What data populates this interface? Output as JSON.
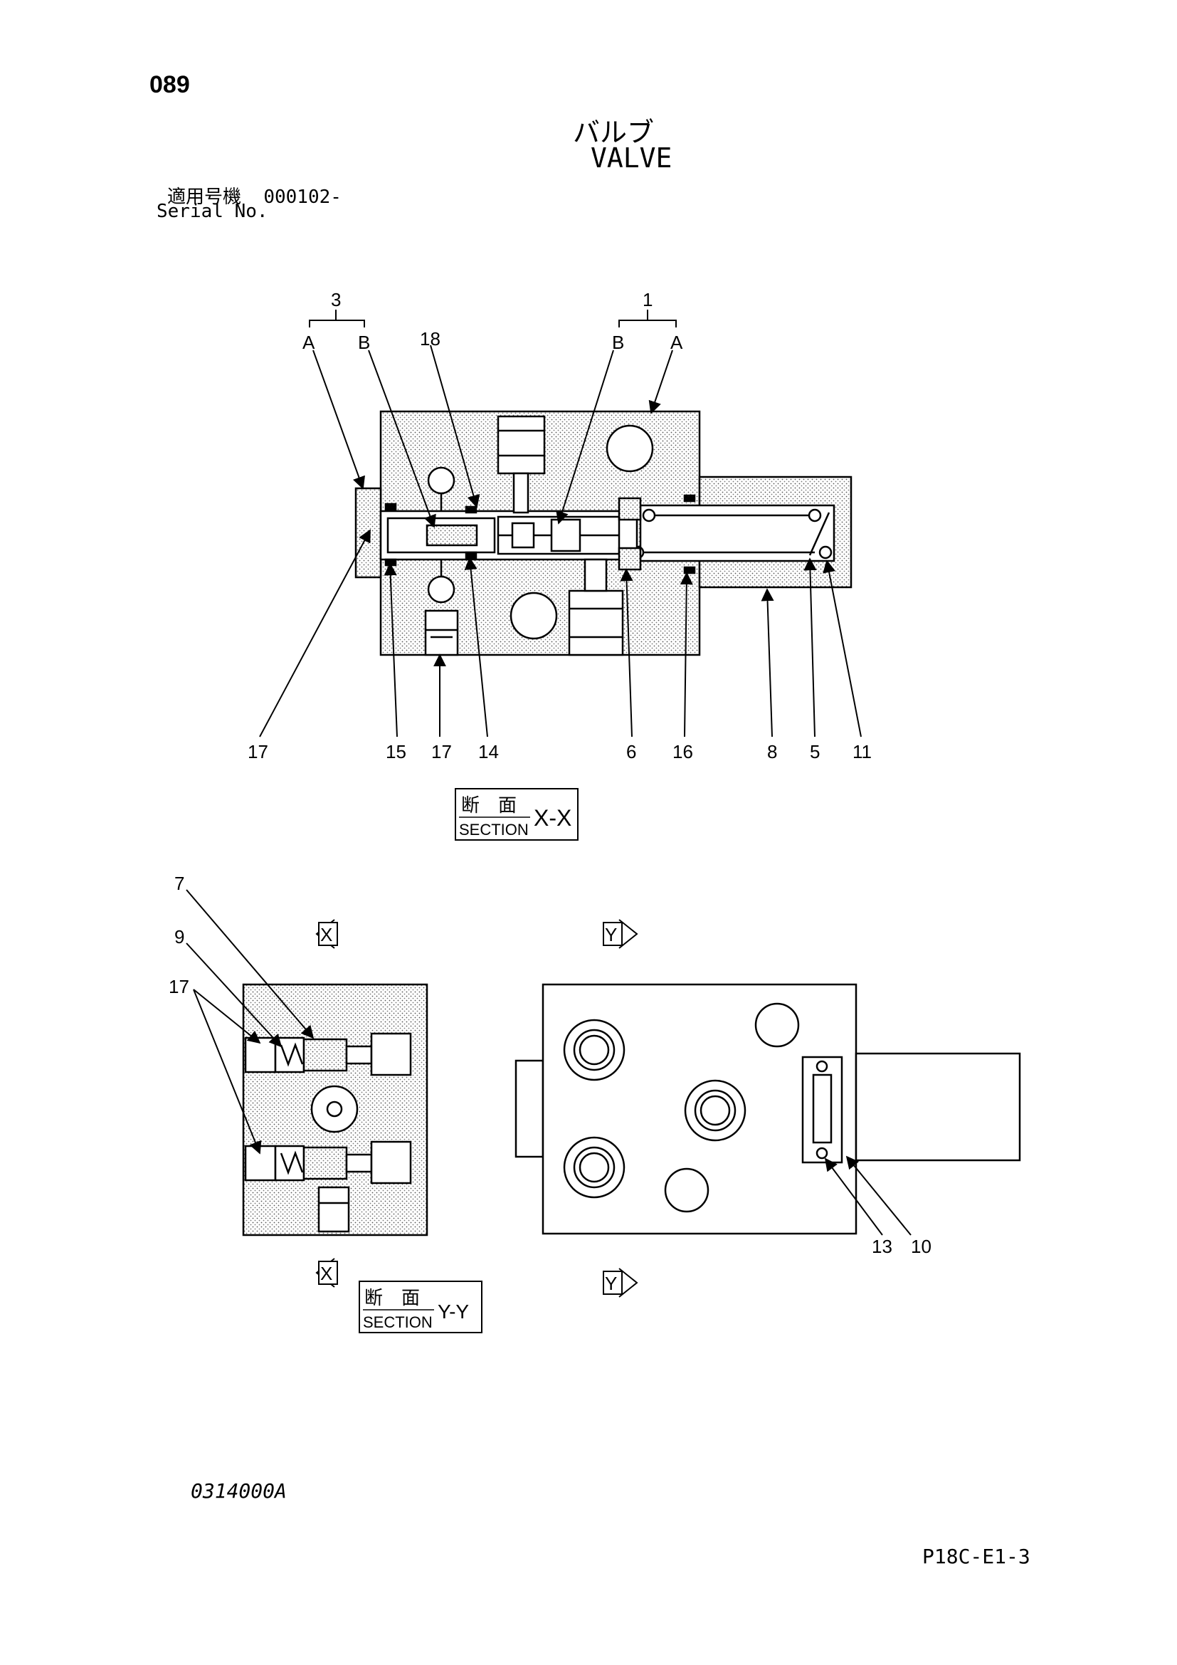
{
  "header": {
    "page_number": "089",
    "title_jp": "バルブ",
    "title_en": "VALVE",
    "serial_label_jp": "適用号機",
    "serial_value": "000102-",
    "serial_label_en": "Serial No."
  },
  "callouts_top": {
    "group3": "3",
    "group1": "1",
    "a_left": "A",
    "b_left": "B",
    "b_right": "B",
    "a_right": "A",
    "n18": "18"
  },
  "callouts_bottom_row": [
    "17",
    "15",
    "17",
    "14",
    "6",
    "16",
    "8",
    "5",
    "11"
  ],
  "section_xx": {
    "kanji": "断　面",
    "word": "SECTION",
    "label": "X-X"
  },
  "section_yy": {
    "kanji": "断　面",
    "word": "SECTION",
    "label": "Y-Y"
  },
  "view_markers": {
    "x_top": "X",
    "x_bottom": "X",
    "y_top": "Y",
    "y_bottom": "Y"
  },
  "callouts_left_view": {
    "n7": "7",
    "n9": "9",
    "n17": "17"
  },
  "callouts_right_view": {
    "n13": "13",
    "n10": "10"
  },
  "footer": {
    "drawing_code": "0314000A",
    "page_code": "P18C-E1-3"
  }
}
